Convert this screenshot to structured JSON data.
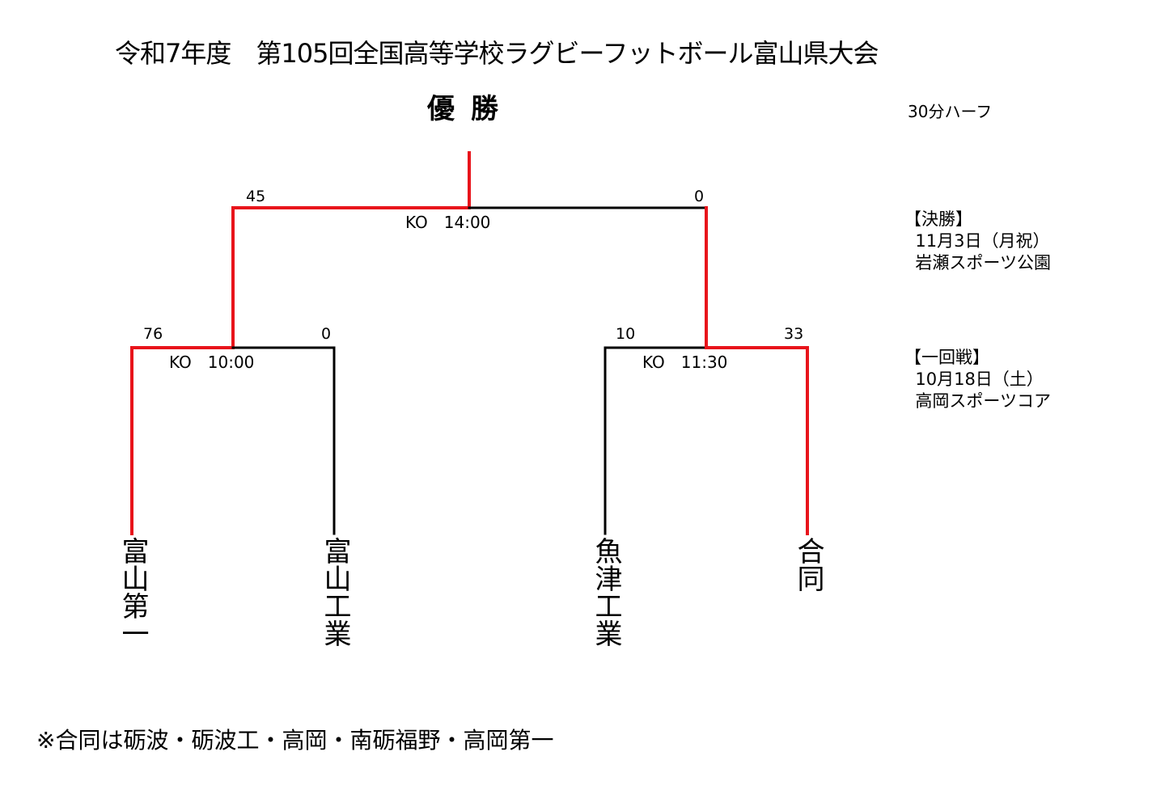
{
  "title": "令和7年度　第105回全国高等学校ラグビーフットボール富山県大会",
  "champion_label": "優勝",
  "match_format": "30分ハーフ",
  "schedule": {
    "final": {
      "label": "【決勝】",
      "date": "11月3日（月祝）",
      "venue": "岩瀬スポーツ公園"
    },
    "first_round": {
      "label": "【一回戦】",
      "date": "10月18日（土）",
      "venue": "高岡スポーツコア"
    }
  },
  "final_match": {
    "left_score": "45",
    "right_score": "0",
    "kickoff": "KO　14:00"
  },
  "semis": [
    {
      "left_score": "76",
      "right_score": "0",
      "kickoff": "KO　10:00"
    },
    {
      "left_score": "10",
      "right_score": "33",
      "kickoff": "KO　11:30"
    }
  ],
  "teams": [
    "富山第一",
    "富山工業",
    "魚津工業",
    "合同"
  ],
  "footnote": "※合同は砺波・砺波工・高岡・南砺福野・高岡第一",
  "colors": {
    "winner_line": "#e8141b",
    "loser_line": "#000000"
  }
}
